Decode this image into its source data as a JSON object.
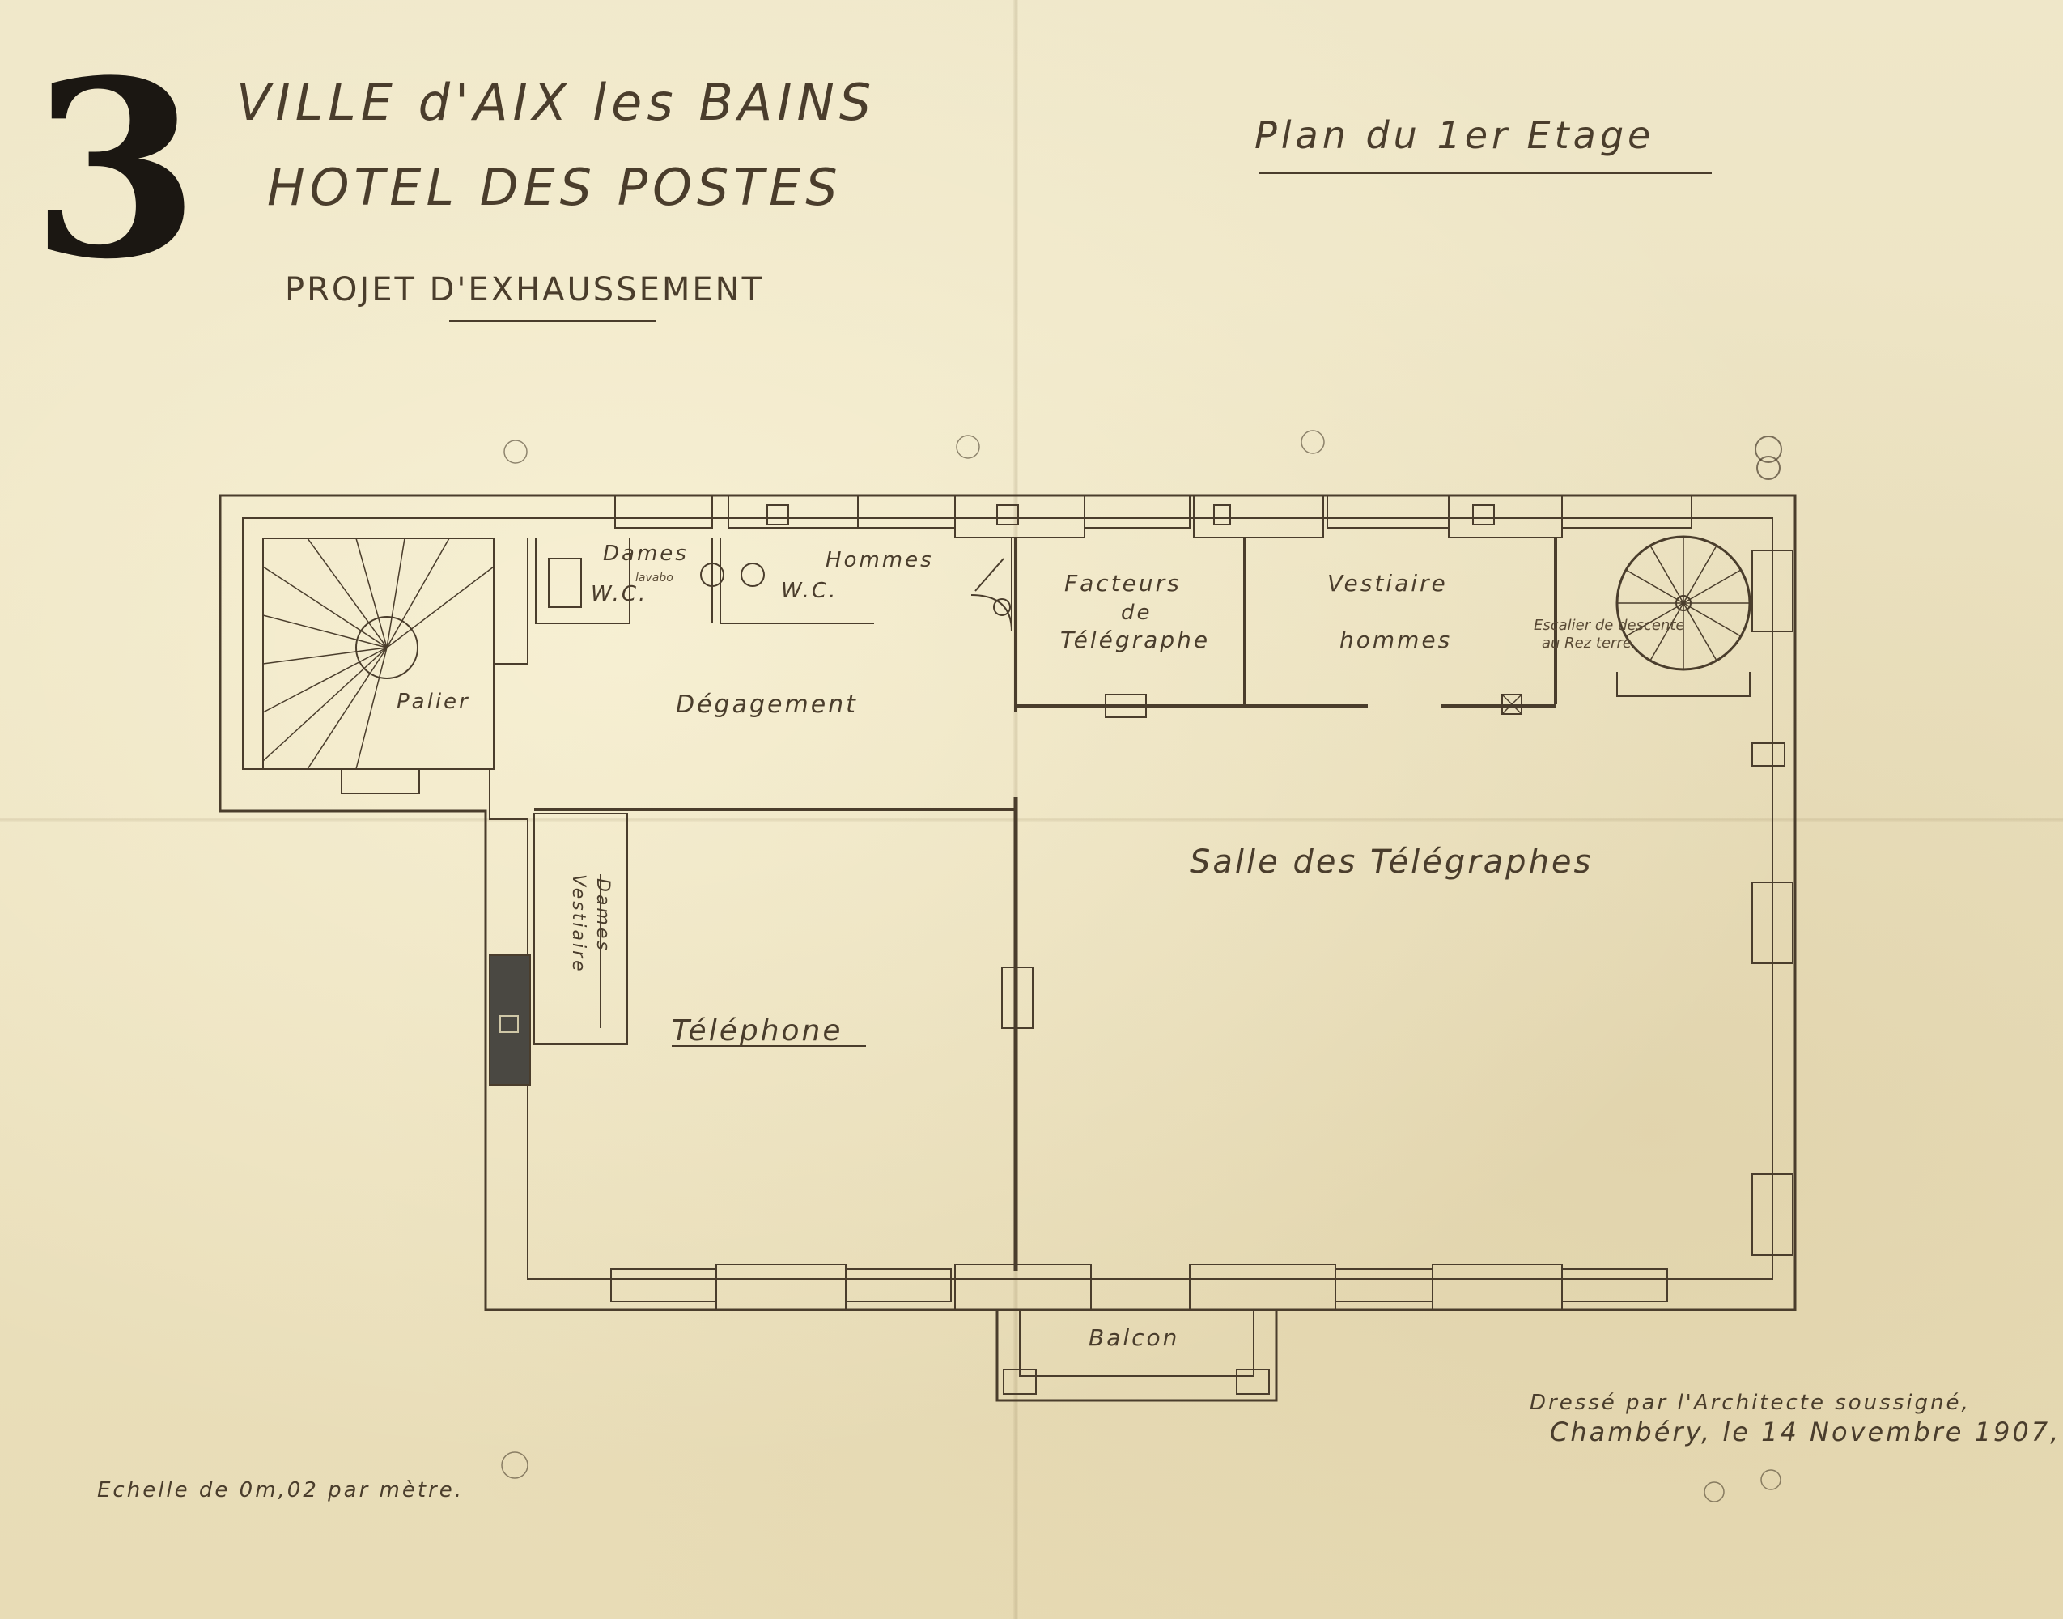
{
  "header": {
    "sheet_number": "3",
    "city": "VILLE d'AIX les BAINS",
    "building": "HOTEL DES POSTES",
    "project": "PROJET D'EXHAUSSEMENT",
    "sheet_title": "Plan du 1er Etage"
  },
  "rooms": {
    "dames": "Dames",
    "lavabo": "lavabo",
    "wc_dames": "W.C.",
    "hommes": "Hommes",
    "wc_hommes": "W.C.",
    "facteurs": "Facteurs",
    "de": "de",
    "telegraphe": "Télégraphe",
    "vestiaire_hommes_1": "Vestiaire",
    "vestiaire_hommes_2": "hommes",
    "escalier_1": "Escalier de descente",
    "escalier_2": "au Rez terre",
    "palier": "Palier",
    "degagement": "Dégagement",
    "salle_telegraphes": "Salle des Télégraphes",
    "vestiaire_dames_1": "Vestiaire",
    "vestiaire_dames_2": "Dames",
    "telephone": "Téléphone",
    "balcon": "Balcon"
  },
  "footer": {
    "scale": "Echelle de 0m,02 par mètre.",
    "signature_line1": "Dressé par l'Architecte soussigné,",
    "signature_line2": "Chambéry, le 14 Novembre 1907,"
  },
  "colors": {
    "paper": "#ece3c2",
    "ink": "#4a3d2c",
    "dark_ink": "#1b1712"
  }
}
